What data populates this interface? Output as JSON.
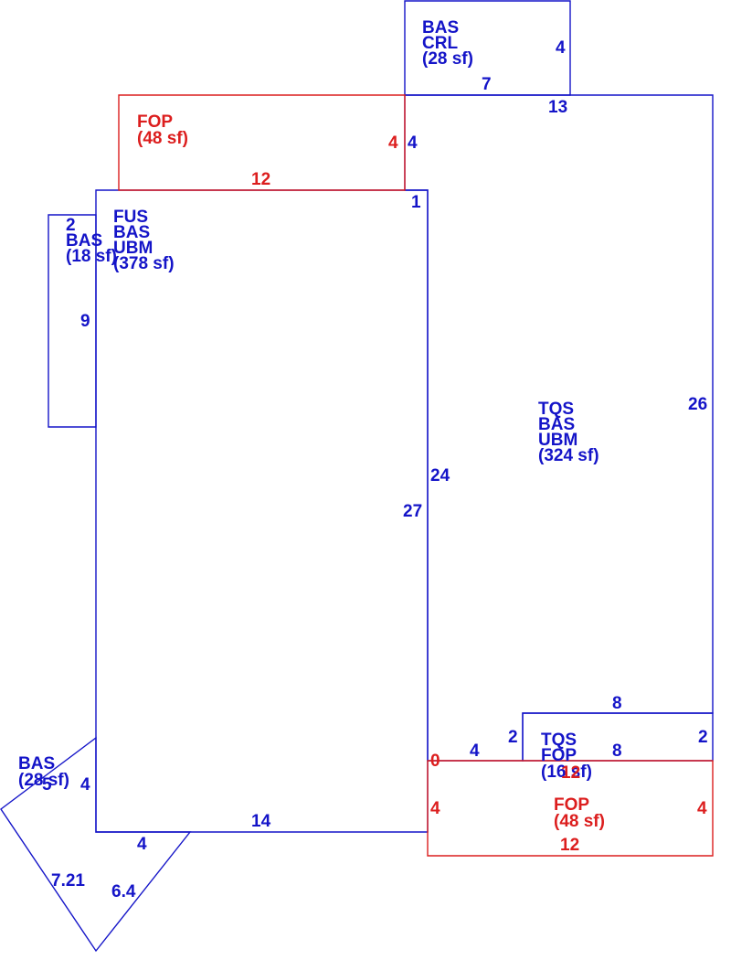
{
  "colors": {
    "blue": "#1414c8",
    "red": "#dc1e1e",
    "background": "#ffffff"
  },
  "areas": {
    "bas_crl": {
      "lines": [
        "BAS",
        "CRL",
        "(28 sf)"
      ]
    },
    "fop_top": {
      "lines": [
        "FOP",
        "(48 sf)"
      ]
    },
    "fus_bas_ubm": {
      "lines": [
        "FUS",
        "BAS",
        "UBM",
        "(378 sf)"
      ]
    },
    "bas_left": {
      "lines": [
        "BAS",
        "(18 sf)"
      ]
    },
    "tqs_bas_ubm": {
      "lines": [
        "TQS",
        "BAS",
        "UBM",
        "(324 sf)"
      ]
    },
    "tqs_fop": {
      "lines": [
        "TQS",
        "FOP",
        "(16 sf)"
      ]
    },
    "fop_bottom": {
      "lines": [
        "FOP",
        "(48 sf)"
      ]
    },
    "bas_bottom_left": {
      "lines": [
        "BAS",
        "(28 sf)"
      ]
    }
  },
  "dimensions": {
    "crl_right": "4",
    "crl_bottom": "7",
    "tqs_top": "13",
    "fop_top_right": "4",
    "fop_top_right_outer": "4",
    "fop_top_bottom": "12",
    "fus_top_right": "1",
    "bas_left_top": "2",
    "bas_left_side": "9",
    "tqs_right": "26",
    "tqs_left": "24",
    "fus_right": "27",
    "tqs_fop_top": "8",
    "tqs_fop_left": "2",
    "tqs_fop_right": "2",
    "tqs_fop_inner": "8",
    "step_bottom": "4",
    "zero_label": "0",
    "fop_bottom_top": "12",
    "fop_bottom_left": "4",
    "fop_bottom_right": "4",
    "fop_bottom_bottom": "12",
    "fus_bottom": "14",
    "triangle_top": "5",
    "triangle_right": "4",
    "triangle_bottom_top": "4",
    "triangle_left_diag": "7.21",
    "triangle_right_diag": "6.4"
  }
}
